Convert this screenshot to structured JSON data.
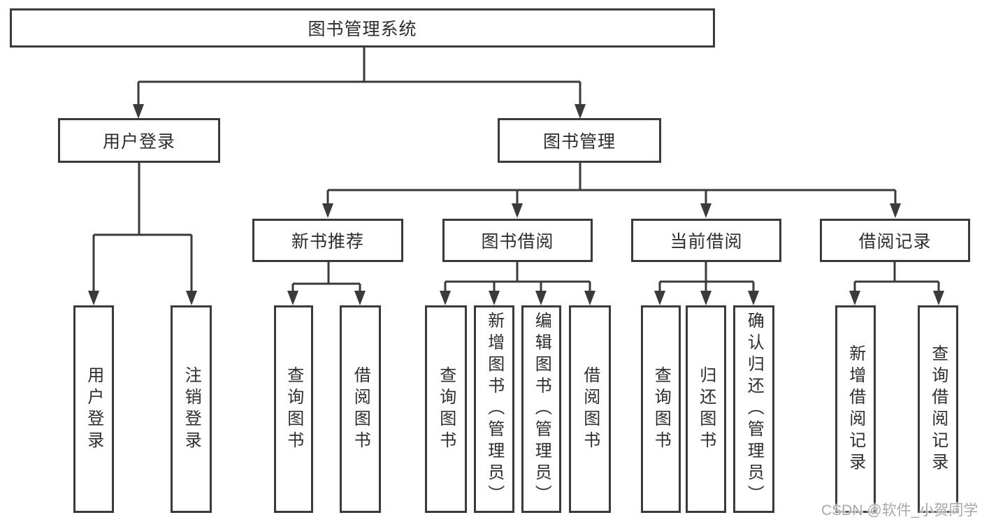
{
  "diagram": {
    "title": "图书管理系统",
    "level2": [
      {
        "label": "用户登录"
      },
      {
        "label": "图书管理"
      }
    ],
    "level3": [
      {
        "label": "新书推荐"
      },
      {
        "label": "图书借阅"
      },
      {
        "label": "当前借阅"
      },
      {
        "label": "借阅记录"
      }
    ],
    "leaves": [
      {
        "label": "用户登录"
      },
      {
        "label": "注销登录"
      },
      {
        "label": "查询图书"
      },
      {
        "label": "借阅图书"
      },
      {
        "label": "查询图书"
      },
      {
        "label": "新增图书（管理员）"
      },
      {
        "label": "编辑图书（管理员）"
      },
      {
        "label": "借阅图书"
      },
      {
        "label": "查询图书"
      },
      {
        "label": "归还图书"
      },
      {
        "label": "确认归还（管理员）"
      },
      {
        "label": "新增借阅记录"
      },
      {
        "label": "查询借阅记录"
      }
    ],
    "watermark": "CSDN @软件_小贺同学",
    "colors": {
      "line": "#3a3a3a",
      "text": "#2d2d2d",
      "watermark": "#a8a8a8",
      "background": "#ffffff"
    }
  }
}
